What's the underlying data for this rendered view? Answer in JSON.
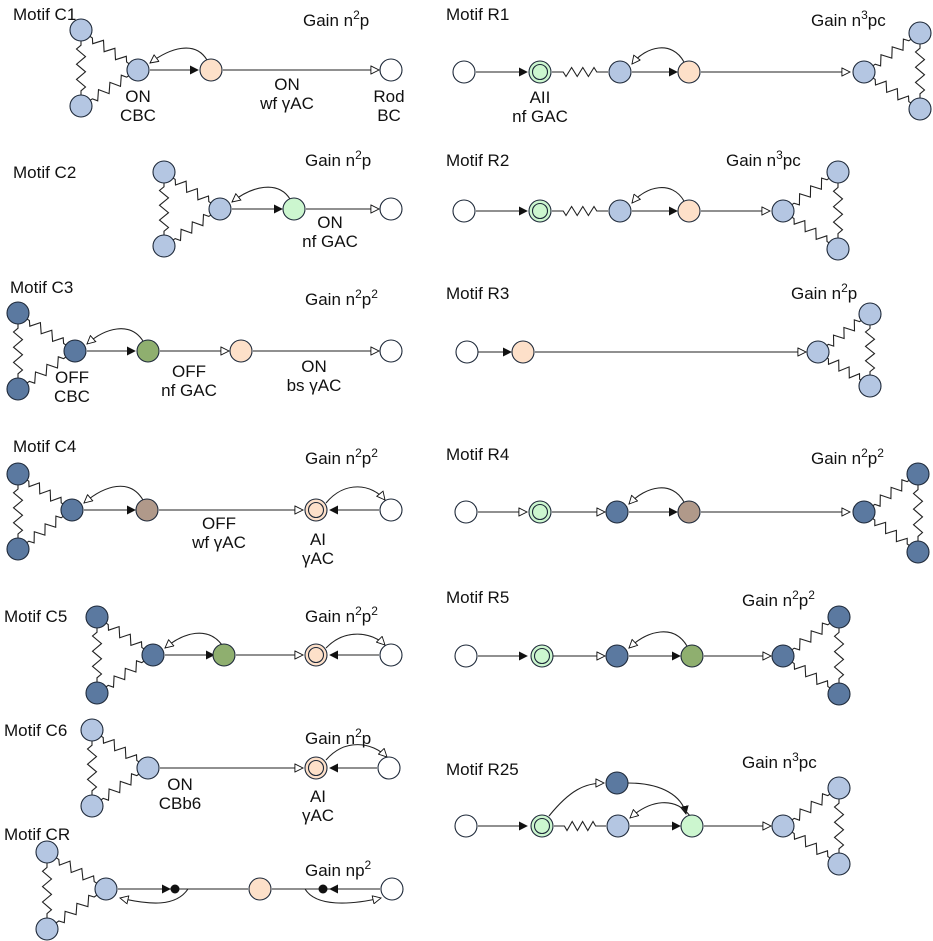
{
  "figure": {
    "colors": {
      "white": "#ffffff",
      "light_blue": "#b4c6e2",
      "dark_blue": "#5b79a0",
      "peach": "#fde0c9",
      "light_green": "#ccf6cf",
      "olive_green": "#8faf6f",
      "taupe": "#b0998a",
      "stroke": "#1f2a3a"
    },
    "icons": [
      "gap-junction-resistor-icon",
      "filled-triangle-arrow-icon",
      "open-triangle-arrow-icon",
      "dot-synapse-icon"
    ],
    "motifs": [
      {
        "id": "C1",
        "title": "Motif C1",
        "gain": "Gain n",
        "gain_sup": "2",
        "gain_tail": "p",
        "labels": [
          [
            "ON",
            "CBC"
          ],
          [
            "ON",
            "wf γAC"
          ],
          [
            "Rod",
            "BC"
          ]
        ]
      },
      {
        "id": "C2",
        "title": "Motif C2",
        "gain": "Gain n",
        "gain_sup": "2",
        "gain_tail": "p",
        "labels": [
          [
            "ON",
            "nf GAC"
          ]
        ]
      },
      {
        "id": "C3",
        "title": "Motif C3",
        "gain": "Gain n",
        "gain_sup": "2",
        "gain_tail": "p",
        "gain_sup2": "2",
        "labels": [
          [
            "OFF",
            "CBC"
          ],
          [
            "OFF",
            "nf GAC"
          ],
          [
            "ON",
            "bs γAC"
          ]
        ]
      },
      {
        "id": "C4",
        "title": "Motif C4",
        "gain": "Gain n",
        "gain_sup": "2",
        "gain_tail": "p",
        "gain_sup2": "2",
        "labels": [
          [
            "OFF",
            "wf γAC"
          ],
          [
            "AI",
            "γAC"
          ]
        ]
      },
      {
        "id": "C5",
        "title": "Motif C5",
        "gain": "Gain n",
        "gain_sup": "2",
        "gain_tail": "p",
        "gain_sup2": "2",
        "labels": []
      },
      {
        "id": "C6",
        "title": "Motif C6",
        "gain": "Gain n",
        "gain_sup": "2",
        "gain_tail": "p",
        "labels": [
          [
            "ON",
            "CBb6"
          ],
          [
            "AI",
            "γAC"
          ]
        ]
      },
      {
        "id": "CR",
        "title": "Motif CR",
        "gain": "Gain np",
        "gain_sup": "2",
        "gain_tail": "",
        "labels": []
      },
      {
        "id": "R1",
        "title": "Motif R1",
        "gain": "Gain n",
        "gain_sup": "3",
        "gain_tail": "pc",
        "labels": [
          [
            "AII",
            "nf GAC"
          ]
        ]
      },
      {
        "id": "R2",
        "title": "Motif R2",
        "gain": "Gain n",
        "gain_sup": "3",
        "gain_tail": "pc",
        "labels": []
      },
      {
        "id": "R3",
        "title": "Motif R3",
        "gain": "Gain n",
        "gain_sup": "2",
        "gain_tail": "p",
        "labels": []
      },
      {
        "id": "R4",
        "title": "Motif R4",
        "gain": "Gain n",
        "gain_sup": "2",
        "gain_tail": "p",
        "gain_sup2": "2",
        "labels": []
      },
      {
        "id": "R5",
        "title": "Motif R5",
        "gain": "Gain n",
        "gain_sup": "2",
        "gain_tail": "p",
        "gain_sup2": "2",
        "labels": []
      },
      {
        "id": "R25",
        "title": "Motif R25",
        "gain": "Gain n",
        "gain_sup": "3",
        "gain_tail": "pc",
        "labels": []
      }
    ]
  }
}
